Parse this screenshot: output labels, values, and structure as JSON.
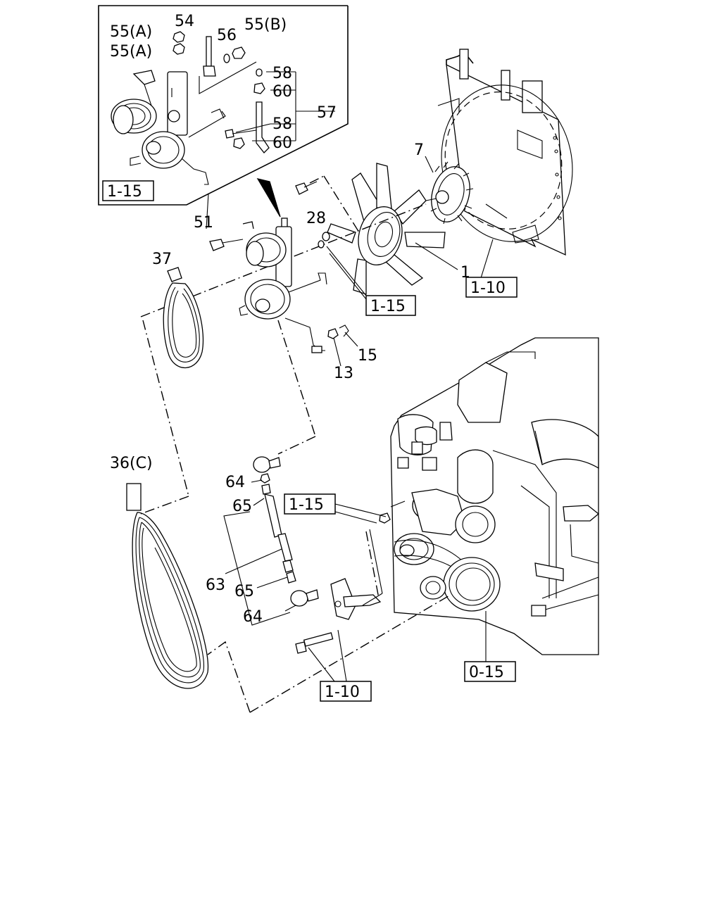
{
  "labels": {
    "l55a_1": "55(A)",
    "l55a_2": "55(A)",
    "l54": "54",
    "l56": "56",
    "l55b": "55(B)",
    "l58_1": "58",
    "l60_1": "60",
    "l57": "57",
    "l58_2": "58",
    "l60_2": "60",
    "l7": "7",
    "l28": "28",
    "l51": "51",
    "l1": "1",
    "l37": "37",
    "l15": "15",
    "l13": "13",
    "l36c": "36(C)",
    "l64_1": "64",
    "l65_1": "65",
    "l63": "63",
    "l65_2": "65",
    "l64_2": "64"
  },
  "refs": {
    "r115_inset": "1-15",
    "r115_mid": "1-15",
    "r110_radiator": "1-10",
    "r115_lower": "1-15",
    "r015": "0-15",
    "r110_bottom": "1-10"
  }
}
